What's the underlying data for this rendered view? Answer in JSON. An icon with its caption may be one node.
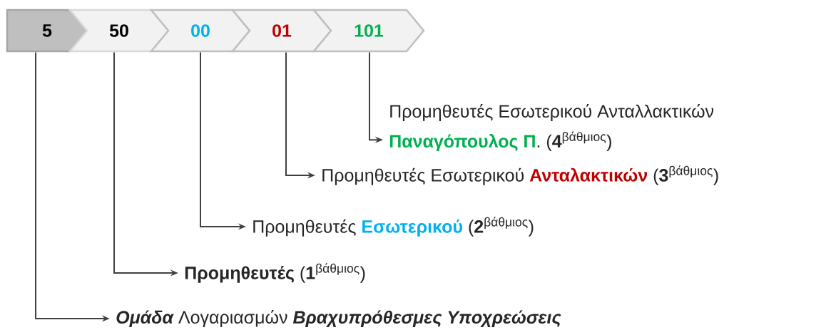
{
  "diagram": {
    "nodes": [
      {
        "text": [
          "5"
        ]
      },
      {
        "text": [
          "50"
        ]
      },
      {
        "text": [
          "00"
        ]
      },
      {
        "text": [
          "01"
        ]
      },
      {
        "text": [
          "101"
        ]
      },
      {
        "text": [
          "Ομάδα",
          "Λογαριασμών",
          "Βραχυπρόθεσμες Υποχρεώσεις"
        ]
      },
      {
        "text": [
          "Προμηθευτές",
          "(**1**$^{βάθμιος}$)"
        ]
      },
      {
        "text": [
          "Προμηθευτές",
          "Εσωτερικού",
          "(**2**$^{βάθμιος}$)"
        ]
      },
      {
        "text": [
          "Προμηθευτές Εσωτερικού",
          "Ανταλακτικών",
          "(**3**$^{βάθμιος}$)"
        ]
      },
      {
        "text": [
          "Προμηθευτές Εσωτερικού Ανταλλακτικών",
          "Παναγόπουλος Π",
          ". (**4**$^{βάθμιος}$)"
        ]
      }
    ],
    "edges": [
      {
        "from": 0,
        "to": 5,
        "arrow": "to"
      },
      {
        "from": 1,
        "to": 6,
        "arrow": "to"
      },
      {
        "from": 2,
        "to": 7,
        "arrow": "to"
      },
      {
        "from": 3,
        "to": 8,
        "arrow": "to"
      },
      {
        "from": 4,
        "to": 9,
        "arrow": "to"
      }
    ]
  }
}
